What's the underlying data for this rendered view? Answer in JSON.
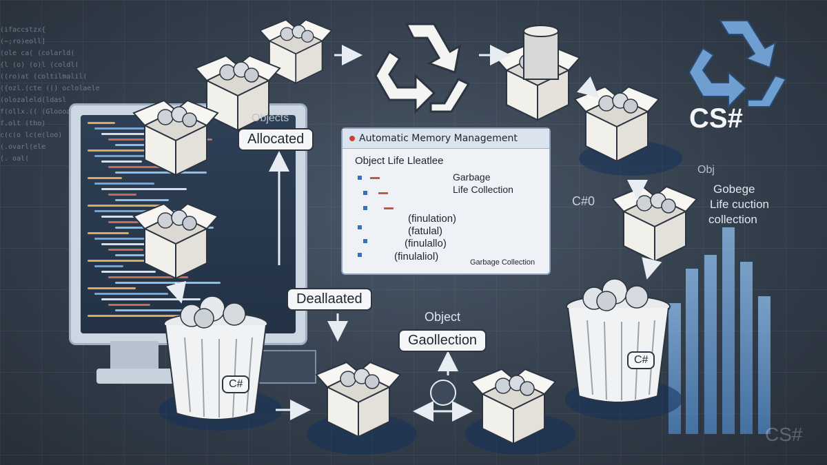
{
  "code_lines": [
    "(ifaccstzx{",
    "(~;ro)eoll]",
    "(ole ca( (colarld(",
    "{l (o) (o)l (coldl(",
    "((ro)at (coltilmalil(",
    "({ozl.(cte (() oclolaele",
    "(olozaleld(ldasl",
    "f(ollx.(( (Gloooalcle",
    "f.olt (tho)",
    "c(c(o lc(e(loo)",
    "(.ovarl(ele",
    "(. oal("
  ],
  "labels": {
    "objects_small": "Objects",
    "allocated": "Allocated",
    "deallocated": "Deallaated",
    "object_small": "Object",
    "gaollection": "Gaollection"
  },
  "panel": {
    "title": "Automatic Memory Management",
    "subtitle": "Object Life Lleatlee",
    "garbage_1": "Garbage",
    "garbage_2": "Life Collection",
    "items": [
      "(finulation)",
      "(fatulal)",
      "(finulallo)",
      "(finulaliol)"
    ],
    "footer": "Garbage Collection"
  },
  "right_text": {
    "c_hash_logo": "CS#",
    "c_hash_0": "C#0",
    "obj": "Obj",
    "gobege": "Gobege",
    "life_cuction": "Life cuction",
    "collection": "collection",
    "bin_tag": "C#",
    "watermark": "CS#"
  },
  "left_bin_tag": "C#",
  "colors": {
    "background": "#343f4c",
    "accent_blue": "#5f93cc",
    "box": "#f2f0eb",
    "label_bg": "#f4f6f8"
  },
  "icons": [
    "recycle-icon",
    "box-icon",
    "trash-bin-icon",
    "canister-icon",
    "refresh-icon",
    "csharp-logo"
  ]
}
